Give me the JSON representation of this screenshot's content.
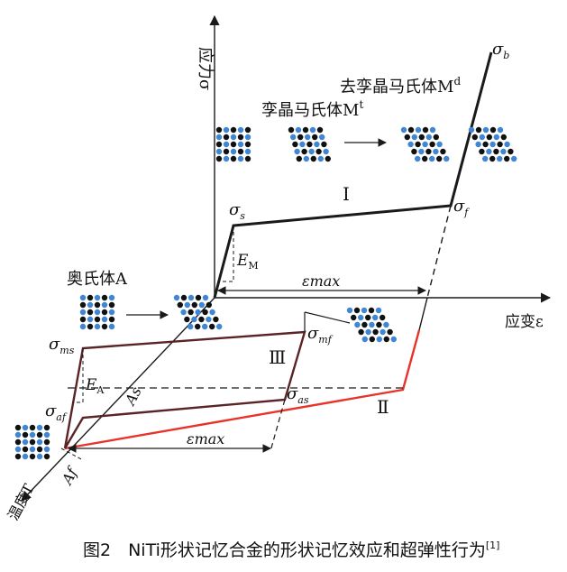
{
  "axes": {
    "stress": "应力σ",
    "strain": "应变ε",
    "temperature": "温度T"
  },
  "phases": {
    "austenite": "奥氏体A",
    "twinned_martensite": "孪晶马氏体M",
    "twinned_martensite_sup": "t",
    "detwinned_martensite": "去孪晶马氏体M",
    "detwinned_martensite_sup": "d"
  },
  "labels": {
    "sigma_b": "σ",
    "sigma_b_sub": "b",
    "sigma_s": "σ",
    "sigma_s_sub": "s",
    "sigma_f": "σ",
    "sigma_f_sub": "f",
    "sigma_ms": "σ",
    "sigma_ms_sub": "ms",
    "sigma_mf": "σ",
    "sigma_mf_sub": "mf",
    "sigma_af": "σ",
    "sigma_af_sub": "af",
    "sigma_as": "σ",
    "sigma_as_sub": "as",
    "E_M": "E",
    "E_M_sub": "M",
    "E_A": "E",
    "E_A_sub": "A",
    "eps_max_top": "εmax",
    "eps_max_bottom": "εmax",
    "As": "As",
    "Af": "Af",
    "roman_I": "I",
    "roman_II": "Ⅱ",
    "roman_III": "Ⅲ"
  },
  "caption": {
    "text": "图2　NiTi形状记忆合金的形状记忆效应和超弹性行为",
    "ref": "[1]"
  },
  "colors": {
    "line_black": "#1a1a1a",
    "line_red": "#e8332a",
    "line_brown": "#5a2426",
    "atom_blue": "#3f86d4",
    "atom_black": "#111111"
  }
}
